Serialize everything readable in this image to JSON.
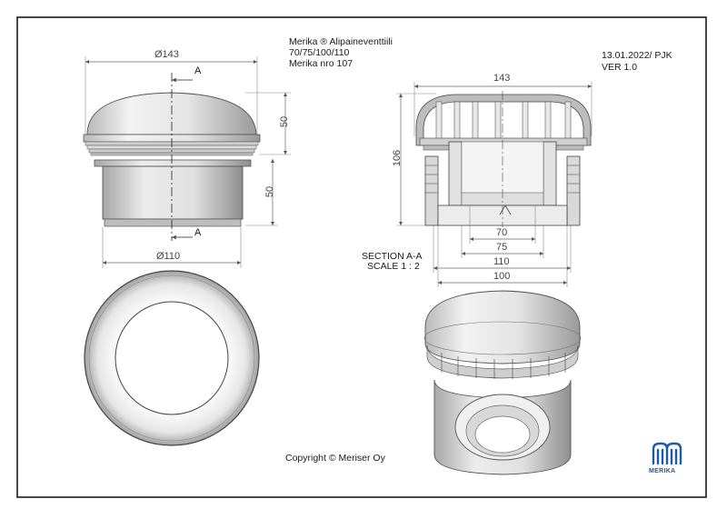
{
  "title_block": {
    "line1": "Merika ® Alipaineventtiili",
    "line2": "70/75/100/110",
    "line3": "Merika nro  107",
    "date": "13.01.2022/ PJK",
    "version": "VER 1.0"
  },
  "front_view": {
    "dim_top": "Ø143",
    "dim_bottom": "Ø110",
    "dim_cap_height": "50",
    "dim_body_height": "50",
    "section_mark_top": "A",
    "section_mark_bottom": "A"
  },
  "section_view": {
    "dim_width": "143",
    "dim_height": "106",
    "dim_70": "70",
    "dim_75": "75",
    "dim_110": "110",
    "dim_100": "100",
    "caption": "SECTION A-A",
    "scale": "SCALE 1 : 2"
  },
  "copyright": "Copyright © Meriser Oy",
  "logo_text": "MERIKA"
}
